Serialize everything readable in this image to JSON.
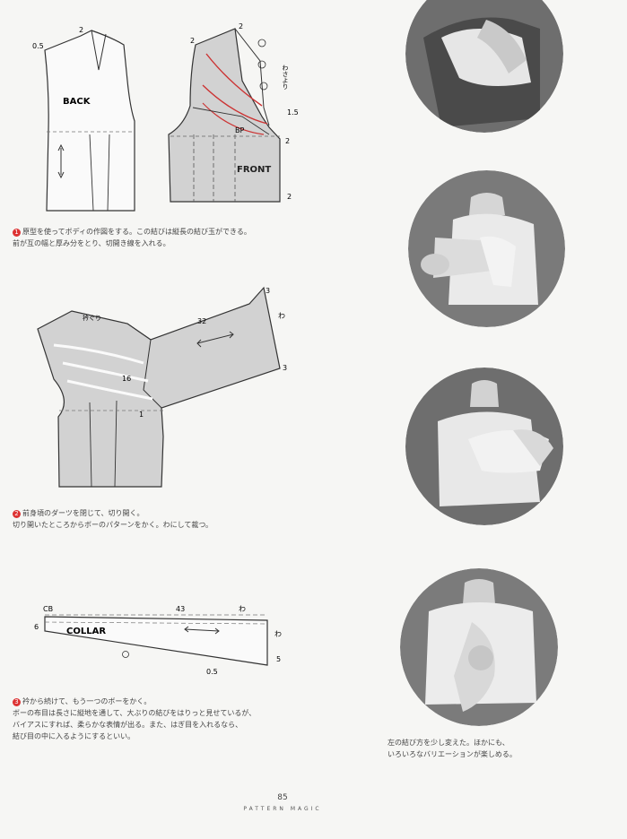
{
  "figure1": {
    "labels": {
      "back": "BACK",
      "front": "FRONT",
      "bp": "BP",
      "m05": "0.5",
      "m2a": "2",
      "m2b": "2",
      "m2c": "2",
      "m2d": "2",
      "m2e": "2",
      "m15": "1.5",
      "vert": "わさより"
    },
    "caption_num": "1",
    "caption_lines": [
      "原型を使ってボディの作図をする。この結びは縦長の結び玉ができる。",
      "前が互の幅と厚み分をとり、切開き線を入れる。"
    ]
  },
  "figure2": {
    "labels": {
      "neckline": "衿ぐり",
      "m32": "32",
      "m3a": "3",
      "m3b": "3",
      "m16": "16",
      "m1": "1",
      "wa": "わ"
    },
    "caption_num": "2",
    "caption_lines": [
      "前身頃のダーツを閉じて、切り開く。",
      "切り開いたところからボーのパターンをかく。わにして裁つ。"
    ]
  },
  "figure3": {
    "labels": {
      "collar": "COLLAR",
      "cb": "CB",
      "m43": "43",
      "m05": "0.5",
      "m5": "5",
      "m6": "6",
      "wa1": "わ",
      "wa2": "わ"
    },
    "caption_num": "3",
    "caption_lines": [
      "衿から続けて、もう一つのボーをかく。",
      "ボーの布目は長さに縦地を通して、大ぶりの結びをはりっと見せているが、",
      "バイアスにすれば、柔らかな表情が出る。また、はぎ目を入れるなら、",
      "結び目の中に入るようにするといい。"
    ]
  },
  "photo_caption_lines": [
    "左の結び方を少し変えた。ほかにも、",
    "いろいろなバリエーションが楽しめる。"
  ],
  "footer": {
    "page_number": "85",
    "book_title": "PATTERN MAGIC"
  },
  "colors": {
    "pattern_fill": "#d2d2d2",
    "accent_red": "#cc3333",
    "photo_dark": "#6e6e6e"
  }
}
